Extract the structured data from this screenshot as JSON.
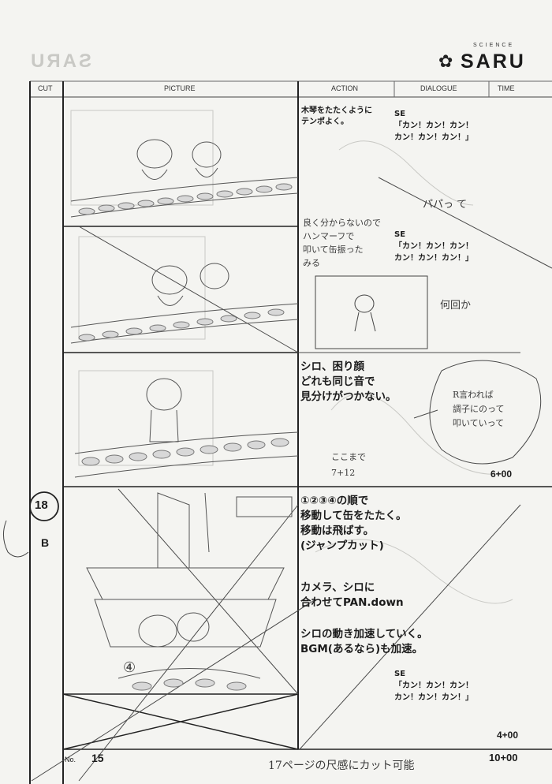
{
  "brand": {
    "word": "SARU",
    "super": "SCIENCE",
    "ghost_word": "SARU"
  },
  "header": {
    "cut": "CUT",
    "picture": "PICTURE",
    "action": "ACTION",
    "dialogue": "DIALOGUE",
    "time": "TIME"
  },
  "panels": [
    {
      "action": "木琴をたたくように\nテンポよく。",
      "dialogue": "SE\n「カン！カン！カン！\nカン！カン！カン！」"
    },
    {
      "dialogue": "SE\n「カン！カン！カン！\nカン！カン！カン！」"
    },
    {
      "action": "シロ、困り顔\nどれも同じ音で\n見分けがつかない。",
      "time": "6+00"
    },
    {
      "cut_number": "18",
      "cut_sub": "B",
      "action_1": "①②③④の順で\n移動して缶をたたく。\n移動は飛ばす。\n(ジャンプカット)",
      "action_2": "カメラ、シロに\n合わせてPAN.down",
      "action_3": "シロの動き加速していく。\nBGM(あるなら)も加速。",
      "dialogue": "SE\n「カン！カン！カン！\nカン！カン！カン！」",
      "time": "4+00"
    }
  ],
  "footer": {
    "no_label": "No.",
    "page_number": "15",
    "total_time": "10+00"
  },
  "handwritten": {
    "note_1": "パパっ て",
    "note_2": "良く分からないので\nハンマーフで\n叩いて缶振った\nみる",
    "note_3": "何回か",
    "note_4": "R言われば\n調子にのって\n叩いていって",
    "note_5": "ここまで\n7+12",
    "note_6": "17ページの尺感にカット可能",
    "marker_4": "④"
  }
}
